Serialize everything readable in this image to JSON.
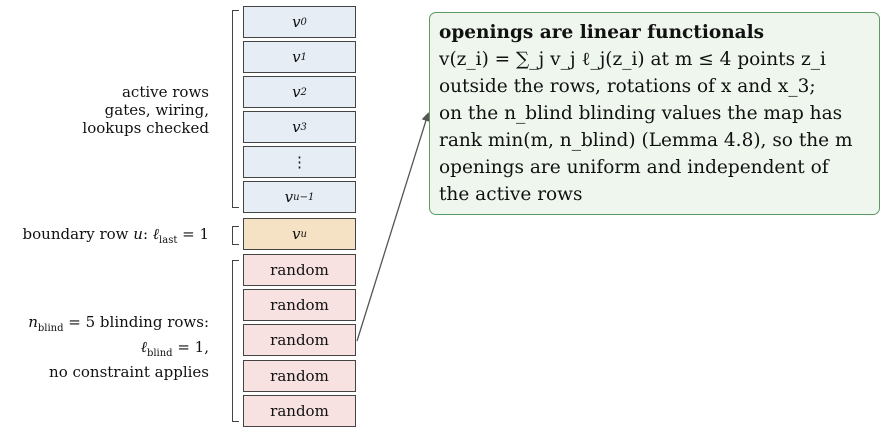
{
  "rows": {
    "active": [
      "v",
      "v",
      "v",
      "v",
      "⋮",
      "v"
    ],
    "active_subs": [
      "0",
      "1",
      "2",
      "3",
      "",
      "u−1"
    ],
    "boundary": {
      "main": "v",
      "sub": "u"
    },
    "blind": [
      "random",
      "random",
      "random",
      "random",
      "random"
    ]
  },
  "labels": {
    "active": {
      "line1": "active rows",
      "line2": "gates, wiring,",
      "line3": "lookups checked"
    },
    "boundary": {
      "prefix": "boundary row",
      "var": "u",
      "colon": ":",
      "ell": "ℓ",
      "sub": "last",
      "eq": " = 1"
    },
    "blind": {
      "n": "n",
      "n_sub": "blind",
      "line1_rest": " = 5 blinding rows:",
      "ell": "ℓ",
      "ell_sub": "blind",
      "line2_rest": " = 1,",
      "line3": "no constraint applies"
    }
  },
  "note": {
    "title": "openings are linear functionals",
    "line1": "v(z_i) = ∑_j v_j ℓ_j(z_i) at m ≤ 4 points z_i",
    "line2": "outside the rows, rotations of x and x_3;",
    "line3": "on the n_blind blinding values the map has",
    "line4": "rank min(m, n_blind) (Lemma 4.8), so the m",
    "line5": "openings are uniform and independent of",
    "line6": "the active rows"
  }
}
